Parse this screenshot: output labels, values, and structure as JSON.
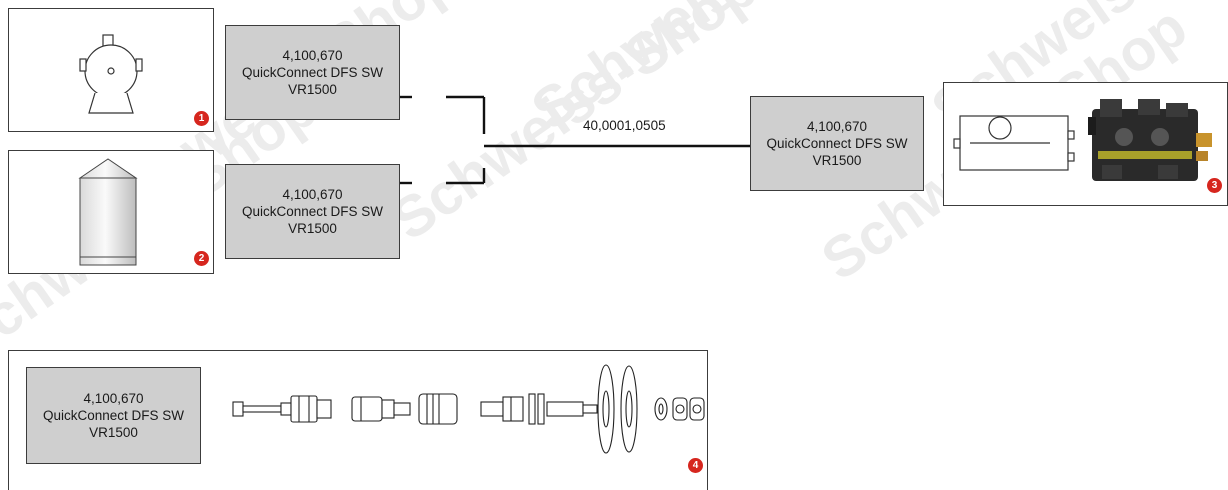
{
  "watermark": "Schweiss-Shop",
  "connector": {
    "code": "4,100,670",
    "name": "QuickConnect DFS SW",
    "model": "VR1500"
  },
  "hose": {
    "label": "40,0001,0505"
  },
  "markers": [
    "1",
    "2",
    "3",
    "4"
  ],
  "colors": {
    "box_fill": "#cfcfcf",
    "marker": "#d6261e",
    "stroke": "#1a1a1a"
  }
}
